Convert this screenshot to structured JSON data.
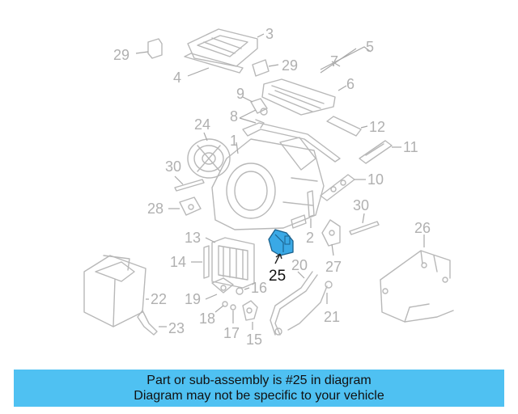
{
  "diagram": {
    "highlight_color": "#3aa9e6",
    "callouts": {
      "c1": "1",
      "c2": "2",
      "c3": "3",
      "c4": "4",
      "c5": "5",
      "c6": "6",
      "c7": "7",
      "c8": "8",
      "c9": "9",
      "c10": "10",
      "c11": "11",
      "c12": "12",
      "c13": "13",
      "c14": "14",
      "c15": "15",
      "c16": "16",
      "c17": "17",
      "c18": "18",
      "c19": "19",
      "c20": "20",
      "c21": "21",
      "c22": "22",
      "c23": "23",
      "c24": "24",
      "c25": "25",
      "c26": "26",
      "c27": "27",
      "c28": "28",
      "c29a": "29",
      "c29b": "29",
      "c30a": "30",
      "c30b": "30"
    }
  },
  "banner": {
    "color": "#4fc1f2",
    "line1": "Part or sub-assembly is #25 in diagram",
    "line2": "Diagram may not be specific to your vehicle"
  }
}
